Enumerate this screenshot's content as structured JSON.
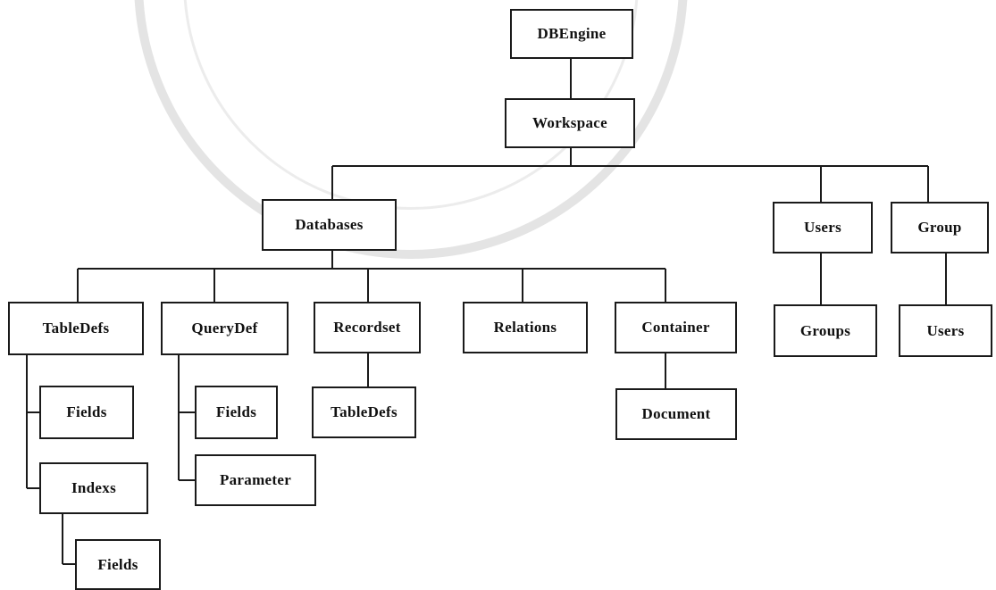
{
  "diagram": {
    "dbengine": "DBEngine",
    "workspace": "Workspace",
    "databases": "Databases",
    "users_top": "Users",
    "group_top": "Group",
    "tabledefs": "TableDefs",
    "querydef": "QueryDef",
    "recordset": "Recordset",
    "relations": "Relations",
    "container": "Container",
    "groups": "Groups",
    "users_bottom": "Users",
    "tabledefs_fields": "Fields",
    "tabledefs_indexs": "Indexs",
    "indexs_fields": "Fields",
    "querydef_fields": "Fields",
    "querydef_parameter": "Parameter",
    "recordset_tabledefs": "TableDefs",
    "container_document": "Document"
  },
  "colors": {
    "line": "#1a1a1a",
    "box_border": "#1a1a1a",
    "watermark": "#e4e4e4"
  }
}
